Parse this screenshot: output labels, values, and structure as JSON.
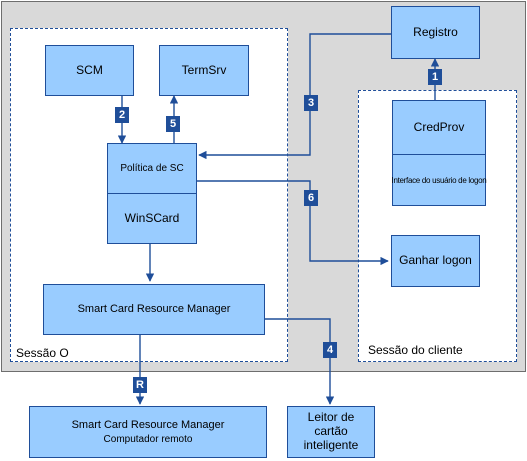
{
  "components": {
    "registro": "Registro",
    "scm": "SCM",
    "termsrv": "TermSrv",
    "politica": "Política de SC",
    "winscard": "WinSCard",
    "credprov": "CredProv",
    "interface_logon": "Interface do usuário de logon",
    "ganhar_logon": "Ganhar logon",
    "resource_manager": "Smart Card Resource Manager",
    "remote_manager": "Smart Card Resource Manager",
    "remote_computer": "Computador remoto",
    "leitor": "Leitor de cartão inteligente"
  },
  "sessions": {
    "session0": "Sessão O",
    "client": "Sessão do cliente"
  },
  "steps": [
    "1",
    "2",
    "3",
    "4",
    "5",
    "6",
    "R"
  ],
  "colors": {
    "box": "#99ccff",
    "border": "#1f4e99",
    "badge": "#1f4e99",
    "background": "#d9d9d9"
  }
}
